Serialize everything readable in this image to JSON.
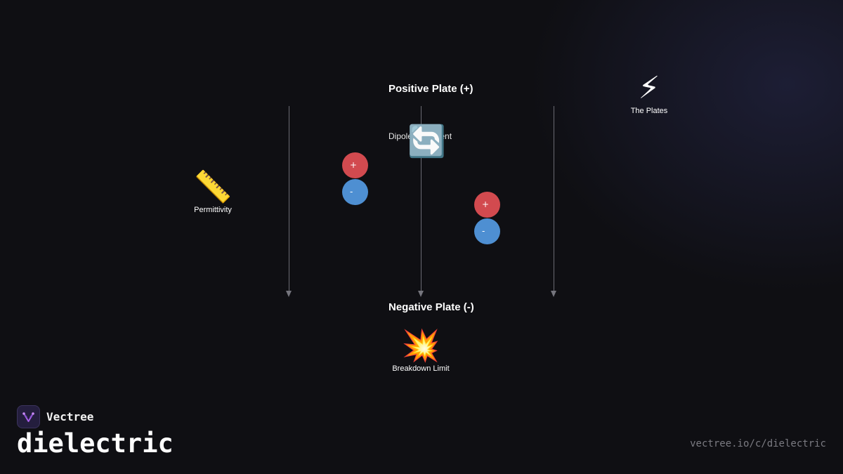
{
  "diagram": {
    "positive_plate_label": "Positive Plate (+)",
    "negative_plate_label": "Negative Plate (-)",
    "nodes": {
      "plates": {
        "icon": "lightning-icon",
        "glyph": "⚡",
        "label": "The Plates"
      },
      "permittivity": {
        "icon": "ruler-icon",
        "glyph": "📏",
        "label": "Permittivity"
      },
      "dipole": {
        "icon": "rotate-arrows-icon",
        "glyph": "🔄",
        "label": "Dipole Alignment"
      },
      "breakdown": {
        "icon": "collision-icon",
        "glyph": "💥",
        "label": "Breakdown Limit"
      }
    },
    "dipoles": [
      {
        "positive": "+",
        "negative": "-"
      },
      {
        "positive": "+",
        "negative": "-"
      }
    ],
    "colors": {
      "positive": "#d24a4f",
      "negative": "#4e8fd2",
      "field_line": "#6a6a72"
    }
  },
  "brand": {
    "logo_icon": "vectree-logo-icon",
    "name": "Vectree",
    "title": "dielectric",
    "url": "vectree.io/c/dielectric"
  }
}
